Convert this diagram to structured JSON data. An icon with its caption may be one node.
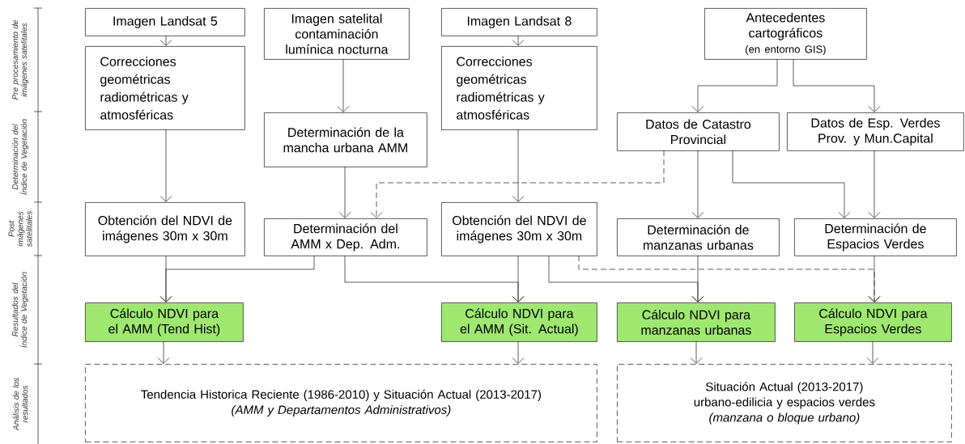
{
  "diagram": {
    "nodes": [
      {
        "text": [
          "Imagen Landsat 5"
        ]
      },
      {
        "text": [
          "Imagen satelital contaminación lumínica nocturna"
        ]
      },
      {
        "text": [
          "Imagen Landsat 8"
        ]
      },
      {
        "text": [
          "Antecedentes cartográficos",
          "(en entorno GIS)"
        ]
      },
      {
        "text": [
          "Correcciones geométricas radiométricas y atmosféricas"
        ]
      },
      {
        "text": [
          "Determinación de la mancha urbana AMM"
        ]
      },
      {
        "text": [
          "Correcciones geométricas radiométricas y atmosféricas"
        ]
      },
      {
        "text": [
          "Datos de Catastro Provincial"
        ]
      },
      {
        "text": [
          "Datos de Esp. Verdes Prov. y Mun.Capital"
        ]
      },
      {
        "text": [
          "Obtención del NDVI de imágenes 30m x 30m"
        ]
      },
      {
        "text": [
          "Determinación del AMM x Dep. Adm."
        ]
      },
      {
        "text": [
          "Obtención del NDVI de imágenes 30m x 30m"
        ]
      },
      {
        "text": [
          "Determinación de manzanas urbanas"
        ]
      },
      {
        "text": [
          "Determinación de Espacios Verdes"
        ]
      },
      {
        "text": [
          "Cálculo NDVI para el AMM (Tend Hist)"
        ]
      },
      {
        "text": [
          "Cálculo NDVI para el AMM (Sit. Actual)"
        ]
      },
      {
        "text": [
          "Cálculo NDVI para manzanas urbanas"
        ]
      },
      {
        "text": [
          "Cálculo NDVI para Espacios Verdes"
        ]
      },
      {
        "text": [
          "Tendencia Historica Reciente (1986-2010) y Situación Actual (2013-2017)",
          "(AMM y Departamentos Administrativos)"
        ]
      },
      {
        "text": [
          "Situación Actual (2013-2017) urbano-edilicia y espacios verdes",
          "(manzana o bloque urbano)"
        ]
      }
    ],
    "edges": [
      {
        "from": 0,
        "to": 4,
        "arrow": "to"
      },
      {
        "from": 1,
        "to": 5,
        "arrow": "to"
      },
      {
        "from": 2,
        "to": 6,
        "arrow": "to"
      },
      {
        "from": 3,
        "to": 7,
        "arrow": "to"
      },
      {
        "from": 3,
        "to": 8,
        "arrow": "to"
      },
      {
        "from": 4,
        "to": 9,
        "arrow": "to"
      },
      {
        "from": 5,
        "to": 10,
        "arrow": "to"
      },
      {
        "from": 6,
        "to": 11,
        "arrow": "to"
      },
      {
        "from": 7,
        "to": 10,
        "arrow": "to",
        "style": "dashed"
      },
      {
        "from": 7,
        "to": 12,
        "arrow": "to"
      },
      {
        "from": 7,
        "to": 13,
        "arrow": "to"
      },
      {
        "from": 8,
        "to": 13,
        "arrow": "to"
      },
      {
        "from": 9,
        "to": 14,
        "arrow": "to"
      },
      {
        "from": 10,
        "to": 14,
        "arrow": "to"
      },
      {
        "from": 10,
        "to": 15,
        "arrow": "to"
      },
      {
        "from": 11,
        "to": 15,
        "arrow": "to"
      },
      {
        "from": 11,
        "to": 16,
        "arrow": "to"
      },
      {
        "from": 11,
        "to": 17,
        "arrow": "to",
        "style": "dashed"
      },
      {
        "from": 12,
        "to": 16,
        "arrow": "to"
      },
      {
        "from": 13,
        "to": 17,
        "arrow": "to"
      },
      {
        "from": 14,
        "to": 18,
        "arrow": "to"
      },
      {
        "from": 15,
        "to": 18,
        "arrow": "to"
      },
      {
        "from": 16,
        "to": 19,
        "arrow": "to"
      },
      {
        "from": 17,
        "to": 19,
        "arrow": "to"
      }
    ],
    "labels": [
      "Pre procesamiento de imágenes satelitales",
      "Determinación del Índice de Vegetación",
      "Post imágenes satelitales",
      "Resultados del Índice de Vegetación",
      "Análisis de los resultados"
    ]
  }
}
